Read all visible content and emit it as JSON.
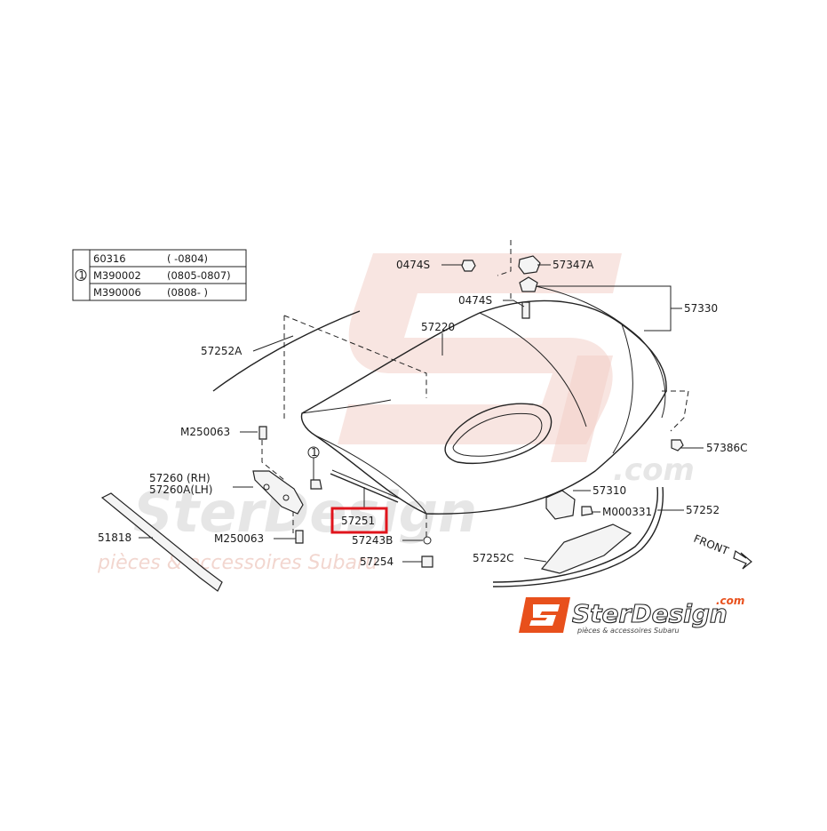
{
  "table": {
    "marker": "1",
    "rows": [
      {
        "part": "60316",
        "range": "(       -0804)"
      },
      {
        "part": "M390002",
        "range": "(0805-0807)"
      },
      {
        "part": "M390006",
        "range": "(0808-       )"
      }
    ]
  },
  "callouts": {
    "p0474s_top": "0474S",
    "p57347a": "57347A",
    "p0474s_mid": "0474S",
    "p57330": "57330",
    "p57220": "57220",
    "p57252a": "57252A",
    "pm250063_top": "M250063",
    "p57386c": "57386C",
    "p57260_rh": "57260 (RH)",
    "p57260a_lh": "57260A(LH)",
    "p57310": "57310",
    "pm000331": "M000331",
    "p57252": "57252",
    "p57251": "57251",
    "p51818": "51818",
    "pm250063_bot": "M250063",
    "p57243b": "57243B",
    "p57254": "57254",
    "p57252c": "57252C",
    "marker_1": "1"
  },
  "front_label": "FRONT",
  "highlight": {
    "part": "57251",
    "color": "#e0141c"
  },
  "watermark": {
    "text_main": "SterDesign",
    "text_com": ".com",
    "text_sub": "pièces & accessoires Subaru"
  },
  "logo": {
    "brand": "SterDesign",
    "com": ".com",
    "tagline": "pièces & accessoires Subaru",
    "badge_color": "#e8501c"
  }
}
